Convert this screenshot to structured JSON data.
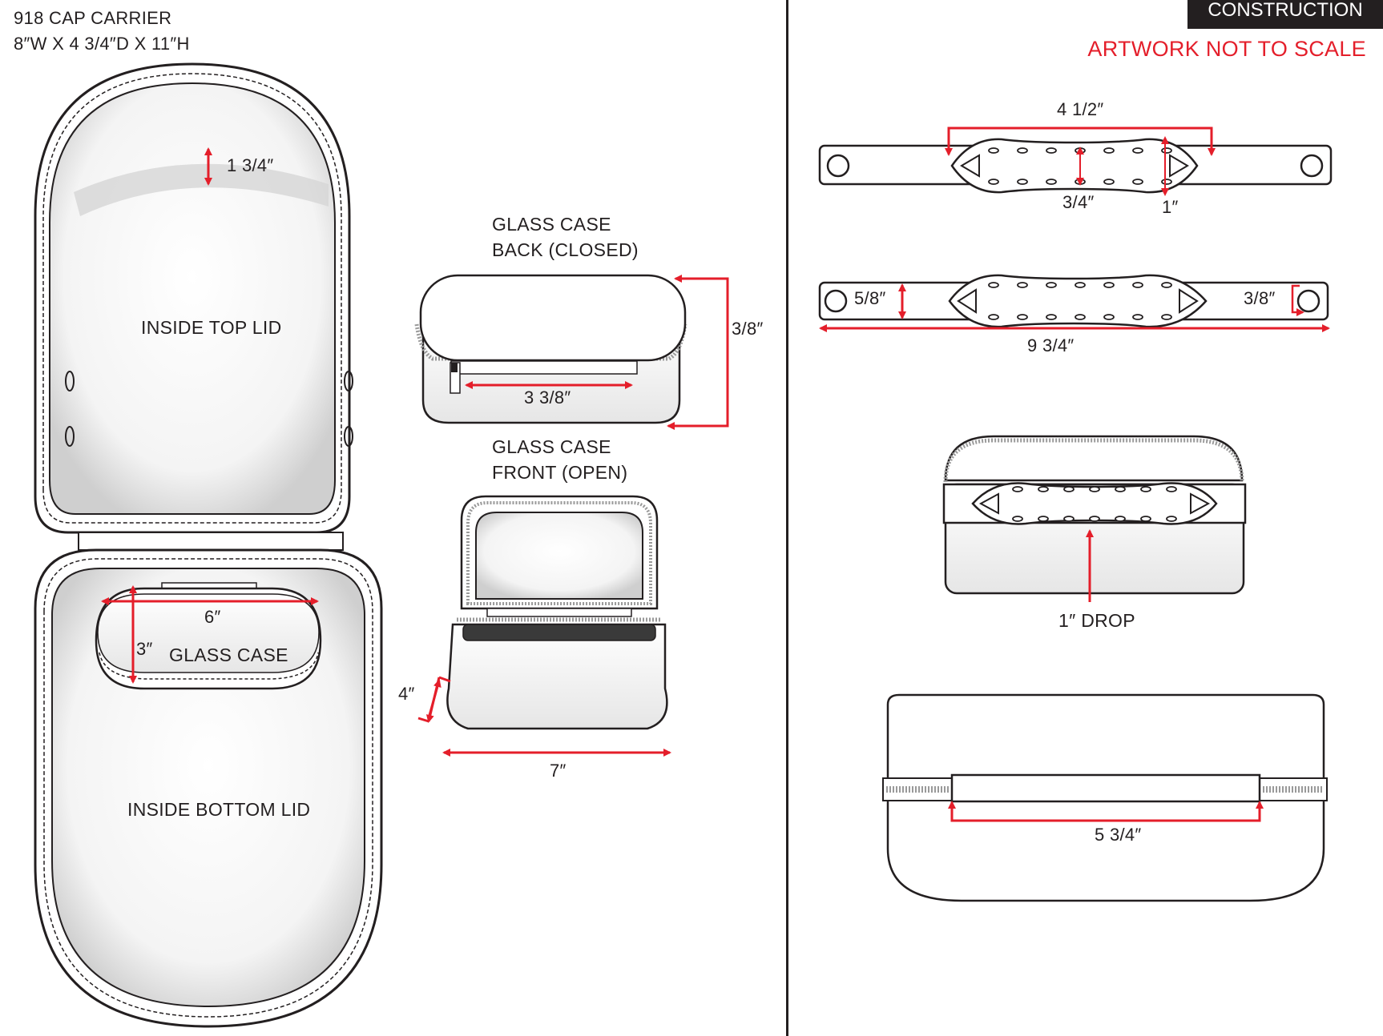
{
  "header": {
    "product_name": "918 CAP CARRIER",
    "product_dimensions": "8″W X 4 3/4″D X 11″H",
    "section_tab": "CONSTRUCTION",
    "scale_notice": "ARTWORK NOT TO SCALE"
  },
  "colors": {
    "line": "#231f20",
    "dimension_red": "#e41e2a",
    "tab_background": "#231f20",
    "tab_text": "#ffffff",
    "shading": "#d9d9d9"
  },
  "left_views": {
    "top_lid_label": "INSIDE TOP LID",
    "top_lid_depth": "1 3/4″",
    "bottom_lid_label": "INSIDE BOTTOM LID",
    "glass_case_label": "GLASS CASE",
    "glass_case_width": "6″",
    "glass_case_height": "3″"
  },
  "middle_views": {
    "back_title_line1": "GLASS CASE",
    "back_title_line2": "BACK (CLOSED)",
    "back_height": "3/8″",
    "back_zipper_width": "3 3/8″",
    "front_title_line1": "GLASS CASE",
    "front_title_line2": "FRONT (OPEN)",
    "front_depth": "4″",
    "front_width": "7″"
  },
  "right_views": {
    "handle_grip_length": "4 1/2″",
    "handle_grip_width": "3/4″",
    "handle_grip_height": "1″",
    "strap_width": "5/8″",
    "hole_diameter": "3/8″",
    "strap_length": "9 3/4″",
    "handle_drop": "1″ DROP",
    "bottom_width": "5 3/4″"
  }
}
